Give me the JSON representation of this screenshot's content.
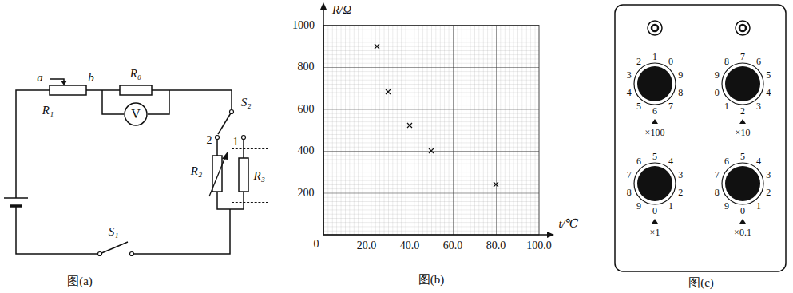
{
  "diagram": {
    "nodes": [
      {
        "text": [
          "V"
        ]
      },
      {
        "text": [
          "R₃"
        ]
      }
    ],
    "labels": [
      "a",
      "b",
      "R₁",
      "R₀",
      "S₂",
      "2",
      "1",
      "R₂",
      "S₁",
      "图(a)",
      "R/Ω",
      "1000",
      "800",
      "600",
      "400",
      "200",
      "0",
      "20.0",
      "40.0",
      "60.0",
      "80.0",
      "100.0",
      "t/℃",
      "图(b)",
      "×100",
      "×10",
      "×1",
      "×0.1",
      "图(c)",
      "0",
      "1",
      "2",
      "3",
      "4",
      "5",
      "6",
      "7",
      "8",
      "9",
      "0",
      "1",
      "2",
      "3",
      "4",
      "5",
      "6",
      "7",
      "8",
      "9",
      "0",
      "1",
      "2",
      "3",
      "4",
      "5",
      "6",
      "7",
      "8",
      "9",
      "0",
      "1",
      "2",
      "3",
      "4",
      "5",
      "6",
      "7",
      "8",
      "9"
    ]
  }
}
